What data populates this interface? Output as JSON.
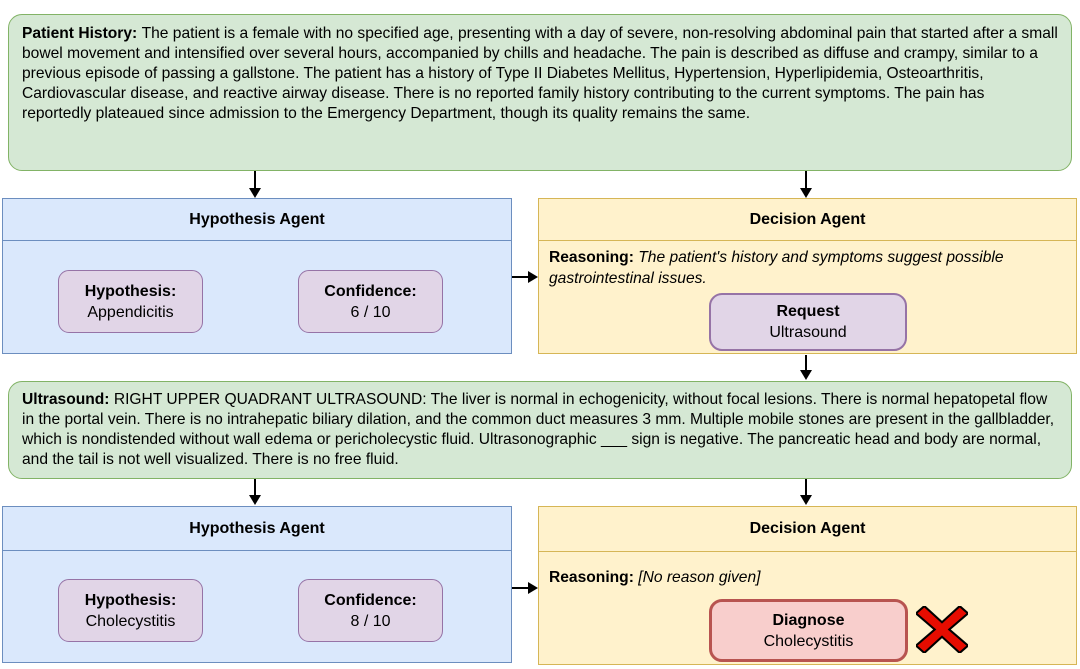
{
  "colors": {
    "green_fill": "#d5e8d4",
    "green_stroke": "#82b366",
    "blue_fill": "#dae8fc",
    "blue_stroke": "#6c8ebf",
    "yellow_fill": "#fff2cc",
    "yellow_stroke": "#d6b656",
    "purple_fill": "#e1d5e7",
    "purple_stroke": "#9673a6",
    "red_fill": "#f8cecc",
    "red_stroke": "#b85450",
    "x_red": "#e60c00"
  },
  "patient_history": {
    "label": "Patient History:",
    "text": "The patient is a female with no specified age, presenting with a day of severe, non-resolving abdominal pain that started after a small bowel movement and intensified over several hours, accompanied by chills and headache. The pain is described as diffuse and crampy, similar to a previous episode of passing a gallstone. The patient has a history of Type II Diabetes Mellitus, Hypertension, Hyperlipidemia, Osteoarthritis, Cardiovascular disease, and reactive airway disease. There is no reported family history contributing to the current symptoms. The pain has reportedly plateaued since admission to the Emergency Department, though its quality remains the same."
  },
  "round1": {
    "hypothesis_agent": {
      "title": "Hypothesis Agent",
      "hypothesis_label": "Hypothesis:",
      "hypothesis_value": "Appendicitis",
      "confidence_label": "Confidence:",
      "confidence_value": "6 / 10"
    },
    "decision_agent": {
      "title": "Decision Agent",
      "reasoning_label": "Reasoning:",
      "reasoning_text": "The patient's history and symptoms suggest possible gastrointestinal issues.",
      "action_label": "Request",
      "action_value": "Ultrasound"
    }
  },
  "ultrasound": {
    "label": "Ultrasound:",
    "text": "RIGHT UPPER QUADRANT ULTRASOUND: The liver is normal in echogenicity, without focal lesions. There is normal hepatopetal flow in the portal vein. There is no intrahepatic biliary dilation, and the common duct measures 3 mm. Multiple mobile stones are present in the gallbladder, which is nondistended without wall edema or pericholecystic fluid. Ultrasonographic ___ sign is negative. The pancreatic head and body are normal, and the tail is not well visualized. There is no free fluid."
  },
  "round2": {
    "hypothesis_agent": {
      "title": "Hypothesis Agent",
      "hypothesis_label": "Hypothesis:",
      "hypothesis_value": "Cholecystitis",
      "confidence_label": "Confidence:",
      "confidence_value": "8 / 10"
    },
    "decision_agent": {
      "title": "Decision Agent",
      "reasoning_label": "Reasoning:",
      "reasoning_text": "[No reason given]",
      "action_label": "Diagnose",
      "action_value": "Cholecystitis",
      "outcome_icon": "red-x"
    }
  }
}
